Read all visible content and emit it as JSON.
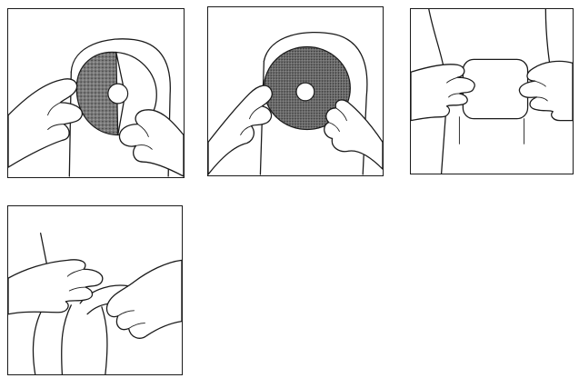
{
  "figure": {
    "panels": [
      {
        "id": 1,
        "icon": "hands-peeling-wafer-backing-icon"
      },
      {
        "id": 2,
        "icon": "hands-holding-adhesive-wafer-icon"
      },
      {
        "id": 3,
        "icon": "hands-warming-wafer-on-body-icon"
      },
      {
        "id": 4,
        "icon": "hands-pressing-pouch-to-body-icon"
      }
    ]
  }
}
